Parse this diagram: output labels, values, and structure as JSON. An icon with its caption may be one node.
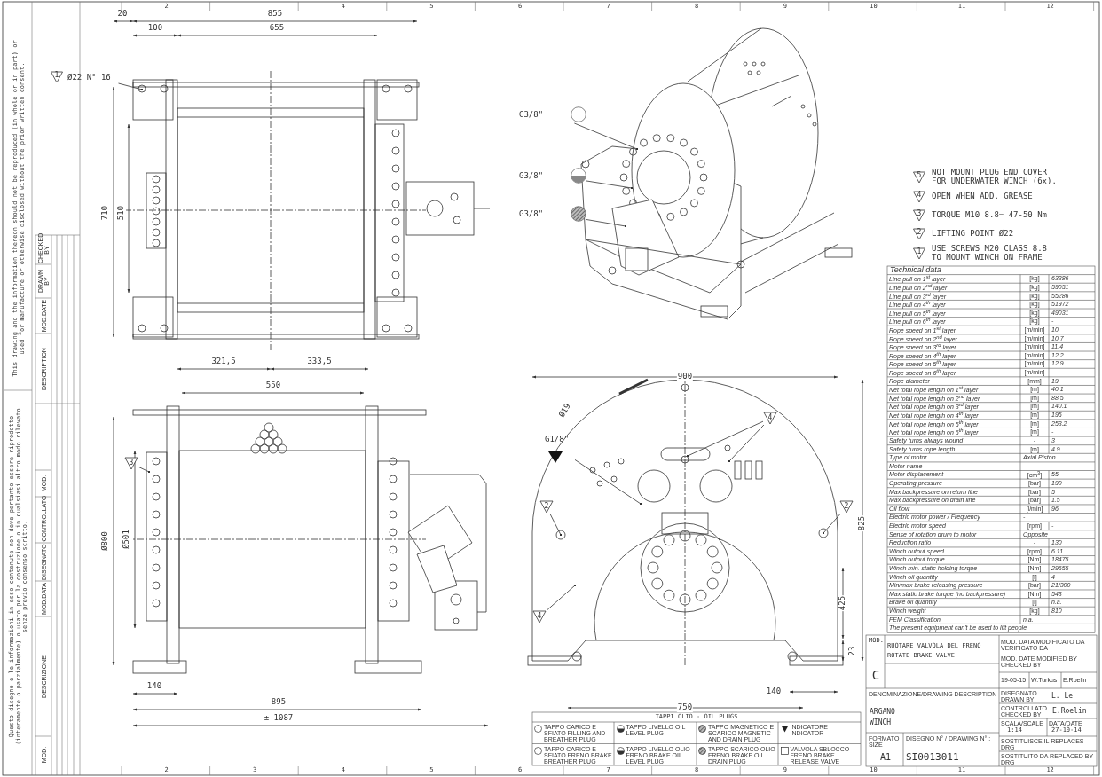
{
  "diagram": {
    "nodes": [
      {
        "text": [
          "Ø22 N° 16"
        ]
      },
      {
        "text": [
          "G3/8\""
        ]
      },
      {
        "text": [
          "G3/8\""
        ]
      },
      {
        "text": [
          "G3/8\""
        ]
      },
      {
        "text": [
          "G1/8\""
        ]
      },
      {
        "text": [
          "4"
        ]
      },
      {
        "text": [
          "2"
        ]
      },
      {
        "text": [
          "4"
        ]
      },
      {
        "text": [
          "2"
        ]
      },
      {
        "text": [
          "3"
        ]
      }
    ],
    "edges": [
      {
        "from": 0,
        "to": null,
        "arrow": "other"
      },
      {
        "from": 1,
        "to": null,
        "arrow": "other"
      },
      {
        "from": 2,
        "to": null,
        "arrow": "other"
      },
      {
        "from": 3,
        "to": null,
        "arrow": "other"
      },
      {
        "from": 4,
        "to": null,
        "arrow": "other"
      },
      {
        "from": 5,
        "to": null,
        "arrow": "other"
      },
      {
        "from": 5,
        "to": null,
        "arrow": "other"
      },
      {
        "from": 6,
        "to": null,
        "arrow": "other"
      },
      {
        "from": 7,
        "to": null,
        "arrow": "other"
      },
      {
        "from": 8,
        "to": null,
        "arrow": "other"
      },
      {
        "from": 9,
        "to": null,
        "arrow": "other"
      }
    ],
    "labels": [
      "2",
      "4",
      "5",
      "6",
      "7",
      "8",
      "9",
      "10",
      "11",
      "12",
      "2",
      "3",
      "4",
      "5",
      "6",
      "7",
      "8",
      "9",
      "10",
      "11",
      "12",
      "20",
      "855",
      "100",
      "655",
      "710",
      "510",
      "321,5",
      "333,5",
      "550",
      "Ø800",
      "Ø501",
      "140",
      "895",
      "± 1087",
      "900",
      "Ø19",
      "825",
      "425",
      "23",
      "140",
      "750",
      "1",
      "5",
      "NOT MOUNT PLUG END COVER FOR UNDERWATER WINCH (6x).",
      "4",
      "OPEN WHEN ADD. GREASE",
      "3",
      "TORQUE M10 8.8= 47-50 Nm",
      "2",
      "LIFTING POINT Ø22",
      "1",
      "USE SCREWS M20 CLASS 8.8 TO MOUNT WINCH ON FRAME",
      "Technical data",
      "Line pull on 1$^{st}$ layer",
      "[kg]",
      "63386",
      "Line pull on 2$^{nd}$ layer",
      "[kg]",
      "59051",
      "Line pull on 3$^{rd}$ layer",
      "[kg]",
      "55286",
      "Line pull on 4$^{th}$ layer",
      "[kg]",
      "51972",
      "Line pull on 5$^{th}$ layer",
      "[kg]",
      "49031",
      "Line pull on 6$^{th}$ layer",
      "[kg]",
      "-",
      "Rope speed on 1$^{st}$ layer",
      "[m/min]",
      "10",
      "Rope speed on 2$^{nd}$ layer",
      "[m/min]",
      "10.7",
      "Rope speed on 3$^{rd}$ layer",
      "[m/min]",
      "11.4",
      "Rope speed on 4$^{th}$ layer",
      "[m/min]",
      "12.2",
      "Rope speed on 5$^{th}$ layer",
      "[m/min]",
      "12.9",
      "Rope speed on 6$^{th}$ layer",
      "[m/min]",
      "-",
      "Rope diameter",
      "[mm]",
      "19",
      "Net total rope length on 1$^{st}$ layer",
      "[m]",
      "40.1",
      "Net total rope length on 2$^{nd}$ layer",
      "[m]",
      "88.5",
      "Net total rope length on 3$^{rd}$ layer",
      "[m]",
      "140.1",
      "Net total rope length on 4$^{th}$ layer",
      "[m]",
      "195",
      "Net total rope length on 5$^{th}$ layer",
      "[m]",
      "253.2",
      "Net total rope length on 6$^{th}$ layer",
      "[m]",
      "-",
      "Safety turns always wound",
      "-",
      "3",
      "Safety turns rope length",
      "[m]",
      "4.9",
      "Type of motor",
      "Axial Piston",
      "Motor name",
      "Motor displacement",
      "[cm$^{3}$]",
      "55",
      "Operating pressure",
      "[bar]",
      "190",
      "Max backpressure on return line",
      "[bar]",
      "5",
      "Max backpressure on drain line",
      "[bar]",
      "1.5",
      "Oil flow",
      "[l/min]",
      "96",
      "Electric motor power / Frequency",
      "-",
      "Electric motor speed",
      "[rpm]",
      "-",
      "Sense of rotation drum to motor",
      "Opposite",
      "Reduction ratio",
      "-",
      "130",
      "Winch output speed",
      "[rpm]",
      "6.11",
      "Winch output torque",
      "[Nm]",
      "18475",
      "Winch min. static holding torque",
      "[Nm]",
      "29655",
      "Winch oil quantity",
      "[l]",
      "4",
      "Min/max brake releasing pressure",
      "[bar]",
      "21/300",
      "Max static brake torque (no backpressure)",
      "[Nm]",
      "543",
      "Brake oil quantity",
      "[l]",
      "n.a.",
      "Winch weight",
      "[kg]",
      "810",
      "FEM Classification",
      "n.a.",
      "The present equipment can't be used to lift people",
      "TAPPI OLIO - OIL PLUGS",
      "MOD.",
      "RUOTARE VALVOLA DEL FRENO",
      "ROTATE BRAKE VALVE",
      "C",
      "MOD. DATA MODIFICATO DA VERIFICATO DA",
      "MOD. DATE MODIFIED BY CHECKED BY",
      "19-05-15",
      "W.Turkus",
      "E.Roelin",
      "DENOMINAZIONE/DRAWING DESCRIPTION",
      "ARGANO",
      "WINCH",
      "DISEGNATO DRAWN BY",
      "L. Le",
      "CONTROLLATO CHECKED BY",
      "E.Roelin",
      "SCALA/SCALE",
      "1:14",
      "DATA/DATE",
      "27-10-14",
      "SOSTITUISCE IL REPLACES DRG",
      "SOSTITUITO DA REPLACED BY DRG",
      "FORMATO SIZE",
      "A1",
      "DISEGNO N° / DRAWING N° :",
      "SI0013011",
      "This drawing and the information thereon should not be reproduced (in whole or in part) or used for manufacture or otherwise disclosed without the prior written consent.",
      "Questo disegno e le informazioni in esso contenute non deve pertanto essere riprodotto (interamente o parzialmente) o usato per la costruzione o in qualsiasi altro modo rilevato senza previo consenso scritto.",
      "CHECKED BY",
      "DRAWN BY",
      "MOD.DATE",
      "DESCRIPTION",
      "MOD.",
      "CONTROLLATO",
      "DISEGNATO",
      "MOD.DATA",
      "DESCRIZIONE",
      "MOD."
    ],
    "legend": [
      {
        "text": "TAPPO CARICO E SFIATO FILLING AND BREATHER PLUG"
      },
      {
        "text": "TAPPO LIVELLO OIL LEVEL PLUG"
      },
      {
        "text": "TAPPO MAGNETICO E SCARICO MAGNETIC AND DRAIN PLUG"
      },
      {
        "text": "INDICATORE INDICATOR"
      },
      {
        "text": "TAPPO CARICO E SFIATO FRENO BRAKE BREATHER PLUG"
      },
      {
        "text": "TAPPO LIVELLO OLIO FRENO BRAKE OIL LEVEL PLUG"
      },
      {
        "text": "TAPPO SCARICO OLIO FRENO BRAKE OIL DRAIN PLUG"
      },
      {
        "text": "VALVOLA SBLOCCO FRENO BRAKE RELEASE VALVE"
      }
    ]
  }
}
